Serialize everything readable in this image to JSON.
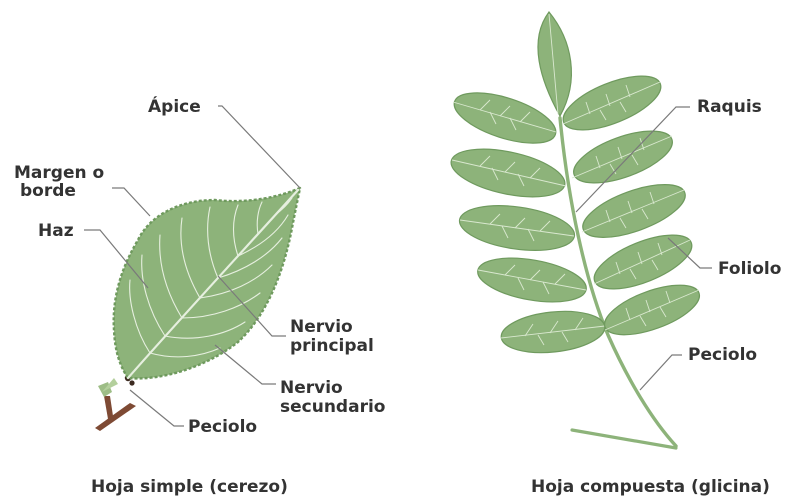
{
  "simple_leaf": {
    "labels": {
      "apex": "Ápice",
      "margin_line1": "Margen o",
      "margin_line2": "borde",
      "blade": "Haz",
      "midrib_line1": "Nervio",
      "midrib_line2": "principal",
      "secondary_line1": "Nervio",
      "secondary_line2": "secundario",
      "petiole": "Peciolo"
    },
    "caption": "Hoja simple (cerezo)"
  },
  "compound_leaf": {
    "labels": {
      "rachis": "Raquis",
      "leaflet": "Foliolo",
      "petiole": "Peciolo"
    },
    "caption": "Hoja compuesta (glicina)"
  },
  "colors": {
    "leaf_fill": "#8db37a",
    "leaf_edge": "#6f9a5e",
    "vein": "#e6efdf",
    "stem": "#7e4a34",
    "leader": "#7a7a7a",
    "text": "#333333"
  }
}
